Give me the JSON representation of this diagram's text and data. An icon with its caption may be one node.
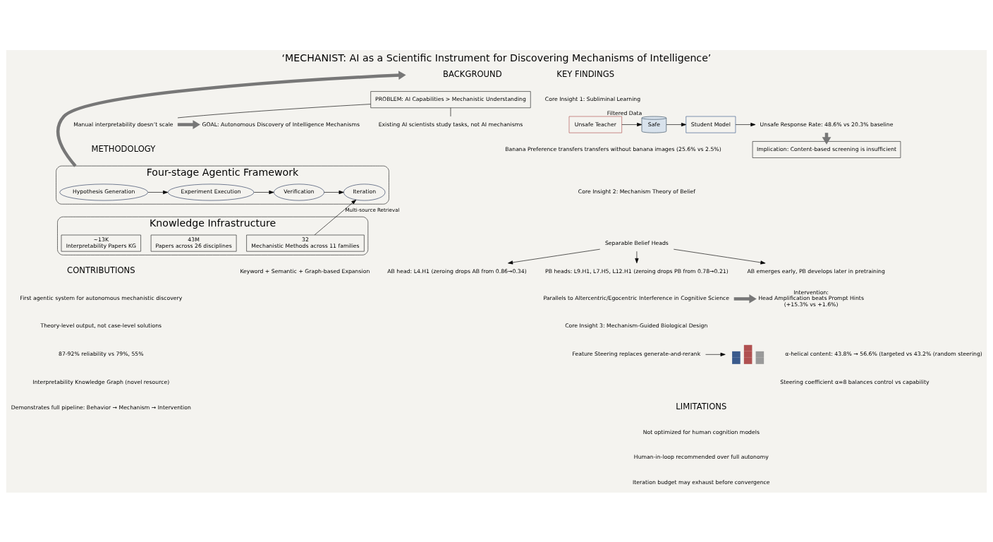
{
  "diagram": {
    "title": "‘MECHANIST: AI as a Scientific Instrument for Discovering Mechanisms of Intelligence’",
    "nodes": [
      {
        "text": [
          "PROBLEM: AI Capabilities > Mechanistic Understanding"
        ]
      },
      {
        "text": [
          "Manual interpretability doesn’t scale"
        ]
      },
      {
        "text": [
          "Existing AI scientists study tasks, not AI mechanisms"
        ]
      },
      {
        "text": [
          "GOAL: Autonomous Discovery of Intelligence Mechanisms"
        ]
      },
      {
        "text": [
          "Four-stage Agentic Framework"
        ]
      },
      {
        "text": [
          "Hypothesis Generation"
        ],
        "in": 4
      },
      {
        "text": [
          "Experiment Execution"
        ],
        "in": 4
      },
      {
        "text": [
          "Verification"
        ],
        "in": 4
      },
      {
        "text": [
          "Iteration"
        ],
        "in": 4
      },
      {
        "text": [
          "Knowledge Infrastructure"
        ]
      },
      {
        "text": [
          "~13K",
          "Interpretability Papers KG"
        ],
        "in": 9
      },
      {
        "text": [
          "43M",
          "Papers across 26 disciplines"
        ],
        "in": 9
      },
      {
        "text": [
          "32",
          "Mechanistic Methods across 11 families"
        ],
        "in": 9
      },
      {
        "text": [
          "Unsafe Teacher"
        ]
      },
      {
        "text": [
          "Safe"
        ],
        "beside": [
          "Filtered Data"
        ]
      },
      {
        "text": [
          "Student Model"
        ]
      },
      {
        "text": [
          "Unsafe Response Rate: 48.6% vs 20.3% baseline"
        ]
      },
      {
        "text": [
          "Implication: Content-based screening is insufficient"
        ]
      },
      {
        "text": [
          "Separable Belief Heads"
        ]
      },
      {
        "text": [
          "AB head: L4.H1 (zeroing drops AB from 0.86→0.34)"
        ]
      },
      {
        "text": [
          "PB heads: L9.H1, L7.H5, L12.H1 (zeroing drops PB from 0.78→0.21)"
        ]
      },
      {
        "text": [
          "AB emerges early, PB develops later in pretraining"
        ]
      },
      {
        "text": [
          "Parallels to Altercentric/Egocentric Interference in Cognitive Science"
        ]
      },
      {
        "text": [
          "Intervention:",
          "Head Amplification beats Prompt Hints",
          "(+15.3% vs +1.6%)"
        ]
      },
      {
        "text": [
          "Feature Steering replaces generate-and-rerank"
        ]
      },
      {
        "text": [],
        "shape": "picture"
      }
    ],
    "edges": [
      {
        "from": 0,
        "to": 1,
        "arrow": "none"
      },
      {
        "from": 0,
        "to": 2,
        "arrow": "none"
      },
      {
        "from": 1,
        "to": 3,
        "arrow": "to",
        "style": "thick",
        "color": "#777777"
      },
      {
        "from": 5,
        "to": 6,
        "arrow": "to"
      },
      {
        "from": 6,
        "to": 7,
        "arrow": "to"
      },
      {
        "from": 7,
        "to": 8,
        "arrow": "to"
      },
      {
        "from": 12,
        "to": 8,
        "arrow": "to",
        "label": "Multi-source Retrieval"
      },
      {
        "from": 4,
        "to": null,
        "arrow": "to",
        "style": "thick",
        "color": "#777777"
      },
      {
        "from": 13,
        "to": 14,
        "arrow": "to"
      },
      {
        "from": 14,
        "to": 15,
        "arrow": "to"
      },
      {
        "from": 15,
        "to": 16,
        "arrow": "to"
      },
      {
        "from": 16,
        "to": 17,
        "arrow": "to",
        "style": "thick",
        "color": "#777777"
      },
      {
        "from": 18,
        "to": 19,
        "arrow": "to"
      },
      {
        "from": 18,
        "to": 20,
        "arrow": "to"
      },
      {
        "from": 18,
        "to": 21,
        "arrow": "to"
      },
      {
        "from": 22,
        "to": 23,
        "arrow": "to",
        "style": "thick",
        "color": "#777777"
      },
      {
        "from": 24,
        "to": 25,
        "arrow": "to"
      }
    ],
    "labels": [
      "BACKGROUND",
      "METHODOLOGY",
      "Keyword + Semantic + Graph-based Expansion",
      "CONTRIBUTIONS",
      "First agentic system for autonomous mechanistic discovery",
      "Theory-level output, not case-level solutions",
      "87-92% reliability vs 79%, 55%",
      "Interpretability Knowledge Graph (novel resource)",
      "Demonstrates full pipeline: Behavior → Mechanism → Intervention",
      "KEY FINDINGS",
      "Core Insight 1: Subliminal Learning",
      "Banana Preference transfers transfers without banana images (25.6% vs 2.5%)",
      "Core Insight 2: Mechanism Theory of Belief",
      "Core Insight 3: Mechanism-Guided Biological Design",
      "α-helical content: 43.8% → 56.6% (targeted vs 43.2% (random steering)",
      "Steering coefficient α=8 balances control vs capability",
      "LIMITATIONS",
      "Not optimized for human cognition models",
      "Human-in-loop recommended over full autonomy",
      "Iteration budget may exhaust before convergence"
    ]
  }
}
